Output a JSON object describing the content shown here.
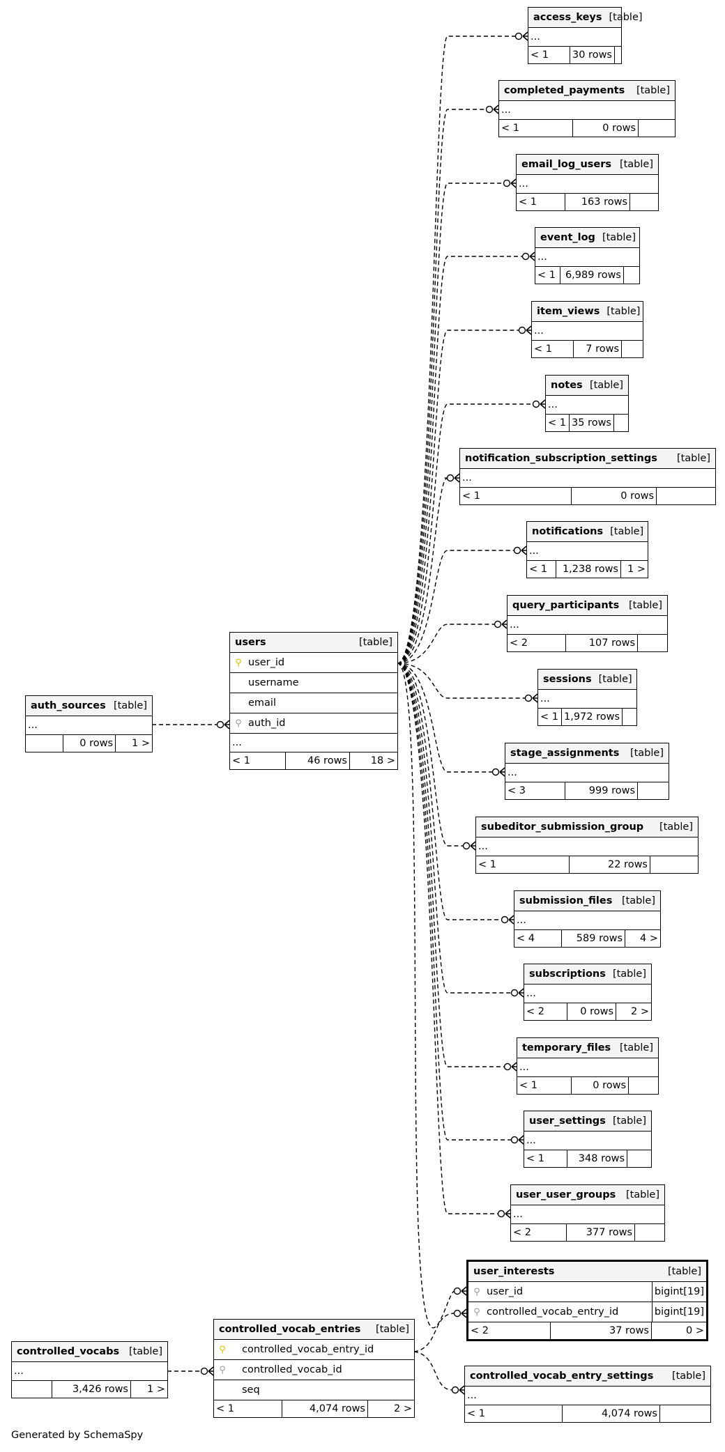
{
  "footer_text": "Generated by SchemaSpy",
  "kind_label": "[table]",
  "ellipsis": "...",
  "tables": {
    "access_keys": {
      "name": "access_keys",
      "foot": [
        "< 1",
        "30 rows",
        ""
      ]
    },
    "completed_payments": {
      "name": "completed_payments",
      "foot": [
        "< 1",
        "0 rows",
        ""
      ]
    },
    "email_log_users": {
      "name": "email_log_users",
      "foot": [
        "< 1",
        "163 rows",
        ""
      ]
    },
    "event_log": {
      "name": "event_log",
      "foot": [
        "< 1",
        "6,989 rows",
        ""
      ]
    },
    "item_views": {
      "name": "item_views",
      "foot": [
        "< 1",
        "7 rows",
        ""
      ]
    },
    "notes": {
      "name": "notes",
      "foot": [
        "< 1",
        "35 rows",
        ""
      ]
    },
    "notification_subscription_settings": {
      "name": "notification_subscription_settings",
      "foot": [
        "< 1",
        "0 rows",
        ""
      ]
    },
    "notifications": {
      "name": "notifications",
      "foot": [
        "< 1",
        "1,238 rows",
        "1 >"
      ]
    },
    "query_participants": {
      "name": "query_participants",
      "foot": [
        "< 2",
        "107 rows",
        ""
      ]
    },
    "sessions": {
      "name": "sessions",
      "foot": [
        "< 1",
        "1,972 rows",
        ""
      ]
    },
    "stage_assignments": {
      "name": "stage_assignments",
      "foot": [
        "< 3",
        "999 rows",
        ""
      ]
    },
    "subeditor_submission_group": {
      "name": "subeditor_submission_group",
      "foot": [
        "< 1",
        "22 rows",
        ""
      ]
    },
    "submission_files": {
      "name": "submission_files",
      "foot": [
        "< 4",
        "589 rows",
        "4 >"
      ]
    },
    "subscriptions": {
      "name": "subscriptions",
      "foot": [
        "< 2",
        "0 rows",
        "2 >"
      ]
    },
    "temporary_files": {
      "name": "temporary_files",
      "foot": [
        "< 1",
        "0 rows",
        ""
      ]
    },
    "user_settings": {
      "name": "user_settings",
      "foot": [
        "< 1",
        "348 rows",
        ""
      ]
    },
    "user_user_groups": {
      "name": "user_user_groups",
      "foot": [
        "< 2",
        "377 rows",
        ""
      ]
    },
    "auth_sources": {
      "name": "auth_sources",
      "foot": [
        "",
        "0 rows",
        "1 >"
      ]
    },
    "users": {
      "name": "users",
      "columns": [
        {
          "name": "user_id",
          "key": "pk"
        },
        {
          "name": "username",
          "key": "none"
        },
        {
          "name": "email",
          "key": "none"
        },
        {
          "name": "auth_id",
          "key": "fk"
        }
      ],
      "foot": [
        "< 1",
        "46 rows",
        "18 >"
      ]
    },
    "user_interests": {
      "name": "user_interests",
      "columns": [
        {
          "name": "user_id",
          "key": "fk",
          "type": "bigint[19]"
        },
        {
          "name": "controlled_vocab_entry_id",
          "key": "fk",
          "type": "bigint[19]"
        }
      ],
      "foot": [
        "< 2",
        "37 rows",
        "0 >"
      ]
    },
    "controlled_vocabs": {
      "name": "controlled_vocabs",
      "foot": [
        "",
        "3,426 rows",
        "1 >"
      ]
    },
    "controlled_vocab_entries": {
      "name": "controlled_vocab_entries",
      "columns": [
        {
          "name": "controlled_vocab_entry_id",
          "key": "pk"
        },
        {
          "name": "controlled_vocab_id",
          "key": "fk"
        },
        {
          "name": "seq",
          "key": "none"
        }
      ],
      "foot": [
        "< 1",
        "4,074 rows",
        "2 >"
      ]
    },
    "controlled_vocab_entry_settings": {
      "name": "controlled_vocab_entry_settings",
      "foot": [
        "< 1",
        "4,074 rows",
        ""
      ]
    }
  }
}
